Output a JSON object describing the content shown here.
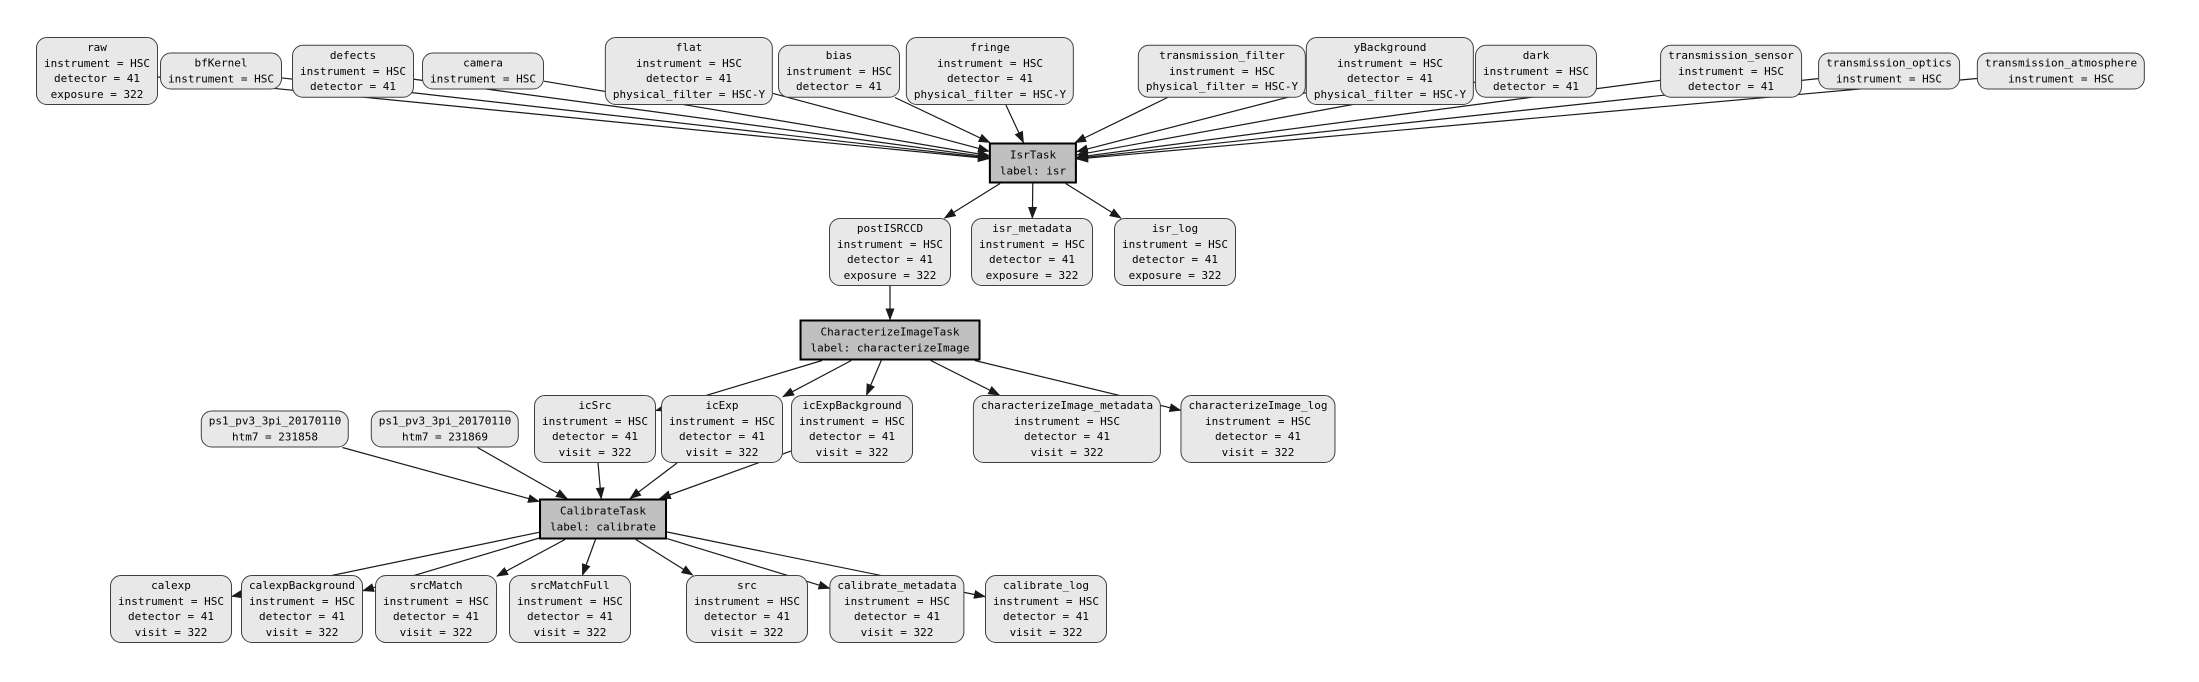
{
  "diagram": {
    "colors": {
      "background": "#ffffff",
      "dataset_fill": "#e8e8e8",
      "dataset_border": "#404040",
      "task_fill": "#c0c0c0",
      "task_border": "#000000",
      "edge": "#1a1a1a",
      "text": "#000000"
    },
    "nodes": [
      {
        "id": "raw",
        "kind": "dataset",
        "title": "raw",
        "attrs": [
          "instrument = HSC",
          "detector = 41",
          "exposure = 322"
        ]
      },
      {
        "id": "bfKernel",
        "kind": "dataset",
        "title": "bfKernel",
        "attrs": [
          "instrument = HSC"
        ]
      },
      {
        "id": "defects",
        "kind": "dataset",
        "title": "defects",
        "attrs": [
          "instrument = HSC",
          "detector = 41"
        ]
      },
      {
        "id": "camera",
        "kind": "dataset",
        "title": "camera",
        "attrs": [
          "instrument = HSC"
        ]
      },
      {
        "id": "flat",
        "kind": "dataset",
        "title": "flat",
        "attrs": [
          "instrument = HSC",
          "detector = 41",
          "physical_filter = HSC-Y"
        ]
      },
      {
        "id": "bias",
        "kind": "dataset",
        "title": "bias",
        "attrs": [
          "instrument = HSC",
          "detector = 41"
        ]
      },
      {
        "id": "fringe",
        "kind": "dataset",
        "title": "fringe",
        "attrs": [
          "instrument = HSC",
          "detector = 41",
          "physical_filter = HSC-Y"
        ]
      },
      {
        "id": "transmission_filter",
        "kind": "dataset",
        "title": "transmission_filter",
        "attrs": [
          "instrument = HSC",
          "physical_filter = HSC-Y"
        ]
      },
      {
        "id": "yBackground",
        "kind": "dataset",
        "title": "yBackground",
        "attrs": [
          "instrument = HSC",
          "detector = 41",
          "physical_filter = HSC-Y"
        ]
      },
      {
        "id": "dark",
        "kind": "dataset",
        "title": "dark",
        "attrs": [
          "instrument = HSC",
          "detector = 41"
        ]
      },
      {
        "id": "transmission_sensor",
        "kind": "dataset",
        "title": "transmission_sensor",
        "attrs": [
          "instrument = HSC",
          "detector = 41"
        ]
      },
      {
        "id": "transmission_optics",
        "kind": "dataset",
        "title": "transmission_optics",
        "attrs": [
          "instrument = HSC"
        ]
      },
      {
        "id": "transmission_atmosphere",
        "kind": "dataset",
        "title": "transmission_atmosphere",
        "attrs": [
          "instrument = HSC"
        ]
      },
      {
        "id": "isr",
        "kind": "task",
        "title": "IsrTask",
        "attrs": [
          "label: isr"
        ]
      },
      {
        "id": "postISRCCD",
        "kind": "dataset",
        "title": "postISRCCD",
        "attrs": [
          "instrument = HSC",
          "detector = 41",
          "exposure = 322"
        ]
      },
      {
        "id": "isr_metadata",
        "kind": "dataset",
        "title": "isr_metadata",
        "attrs": [
          "instrument = HSC",
          "detector = 41",
          "exposure = 322"
        ]
      },
      {
        "id": "isr_log",
        "kind": "dataset",
        "title": "isr_log",
        "attrs": [
          "instrument = HSC",
          "detector = 41",
          "exposure = 322"
        ]
      },
      {
        "id": "characterizeImage",
        "kind": "task",
        "title": "CharacterizeImageTask",
        "attrs": [
          "label: characterizeImage"
        ]
      },
      {
        "id": "ps1_htm7_231858",
        "kind": "dataset",
        "title": "ps1_pv3_3pi_20170110",
        "attrs": [
          "htm7 = 231858"
        ]
      },
      {
        "id": "ps1_htm7_231869",
        "kind": "dataset",
        "title": "ps1_pv3_3pi_20170110",
        "attrs": [
          "htm7 = 231869"
        ]
      },
      {
        "id": "icSrc",
        "kind": "dataset",
        "title": "icSrc",
        "attrs": [
          "instrument = HSC",
          "detector = 41",
          "visit = 322"
        ]
      },
      {
        "id": "icExp",
        "kind": "dataset",
        "title": "icExp",
        "attrs": [
          "instrument = HSC",
          "detector = 41",
          "visit = 322"
        ]
      },
      {
        "id": "icExpBackground",
        "kind": "dataset",
        "title": "icExpBackground",
        "attrs": [
          "instrument = HSC",
          "detector = 41",
          "visit = 322"
        ]
      },
      {
        "id": "characterizeImage_metadata",
        "kind": "dataset",
        "title": "characterizeImage_metadata",
        "attrs": [
          "instrument = HSC",
          "detector = 41",
          "visit = 322"
        ]
      },
      {
        "id": "characterizeImage_log",
        "kind": "dataset",
        "title": "characterizeImage_log",
        "attrs": [
          "instrument = HSC",
          "detector = 41",
          "visit = 322"
        ]
      },
      {
        "id": "calibrate",
        "kind": "task",
        "title": "CalibrateTask",
        "attrs": [
          "label: calibrate"
        ]
      },
      {
        "id": "calexp",
        "kind": "dataset",
        "title": "calexp",
        "attrs": [
          "instrument = HSC",
          "detector = 41",
          "visit = 322"
        ]
      },
      {
        "id": "calexpBackground",
        "kind": "dataset",
        "title": "calexpBackground",
        "attrs": [
          "instrument = HSC",
          "detector = 41",
          "visit = 322"
        ]
      },
      {
        "id": "srcMatch",
        "kind": "dataset",
        "title": "srcMatch",
        "attrs": [
          "instrument = HSC",
          "detector = 41",
          "visit = 322"
        ]
      },
      {
        "id": "srcMatchFull",
        "kind": "dataset",
        "title": "srcMatchFull",
        "attrs": [
          "instrument = HSC",
          "detector = 41",
          "visit = 322"
        ]
      },
      {
        "id": "src",
        "kind": "dataset",
        "title": "src",
        "attrs": [
          "instrument = HSC",
          "detector = 41",
          "visit = 322"
        ]
      },
      {
        "id": "calibrate_metadata",
        "kind": "dataset",
        "title": "calibrate_metadata",
        "attrs": [
          "instrument = HSC",
          "detector = 41",
          "visit = 322"
        ]
      },
      {
        "id": "calibrate_log",
        "kind": "dataset",
        "title": "calibrate_log",
        "attrs": [
          "instrument = HSC",
          "detector = 41",
          "visit = 322"
        ]
      }
    ],
    "edges": [
      [
        "raw",
        "isr"
      ],
      [
        "bfKernel",
        "isr"
      ],
      [
        "defects",
        "isr"
      ],
      [
        "camera",
        "isr"
      ],
      [
        "flat",
        "isr"
      ],
      [
        "bias",
        "isr"
      ],
      [
        "fringe",
        "isr"
      ],
      [
        "transmission_filter",
        "isr"
      ],
      [
        "yBackground",
        "isr"
      ],
      [
        "dark",
        "isr"
      ],
      [
        "transmission_sensor",
        "isr"
      ],
      [
        "transmission_optics",
        "isr"
      ],
      [
        "transmission_atmosphere",
        "isr"
      ],
      [
        "isr",
        "postISRCCD"
      ],
      [
        "isr",
        "isr_metadata"
      ],
      [
        "isr",
        "isr_log"
      ],
      [
        "postISRCCD",
        "characterizeImage"
      ],
      [
        "characterizeImage",
        "icSrc"
      ],
      [
        "characterizeImage",
        "icExp"
      ],
      [
        "characterizeImage",
        "icExpBackground"
      ],
      [
        "characterizeImage",
        "characterizeImage_metadata"
      ],
      [
        "characterizeImage",
        "characterizeImage_log"
      ],
      [
        "icSrc",
        "calibrate"
      ],
      [
        "icExp",
        "calibrate"
      ],
      [
        "icExpBackground",
        "calibrate"
      ],
      [
        "ps1_htm7_231858",
        "calibrate"
      ],
      [
        "ps1_htm7_231869",
        "calibrate"
      ],
      [
        "calibrate",
        "calexp"
      ],
      [
        "calibrate",
        "calexpBackground"
      ],
      [
        "calibrate",
        "srcMatch"
      ],
      [
        "calibrate",
        "srcMatchFull"
      ],
      [
        "calibrate",
        "src"
      ],
      [
        "calibrate",
        "calibrate_metadata"
      ],
      [
        "calibrate",
        "calibrate_log"
      ]
    ]
  }
}
